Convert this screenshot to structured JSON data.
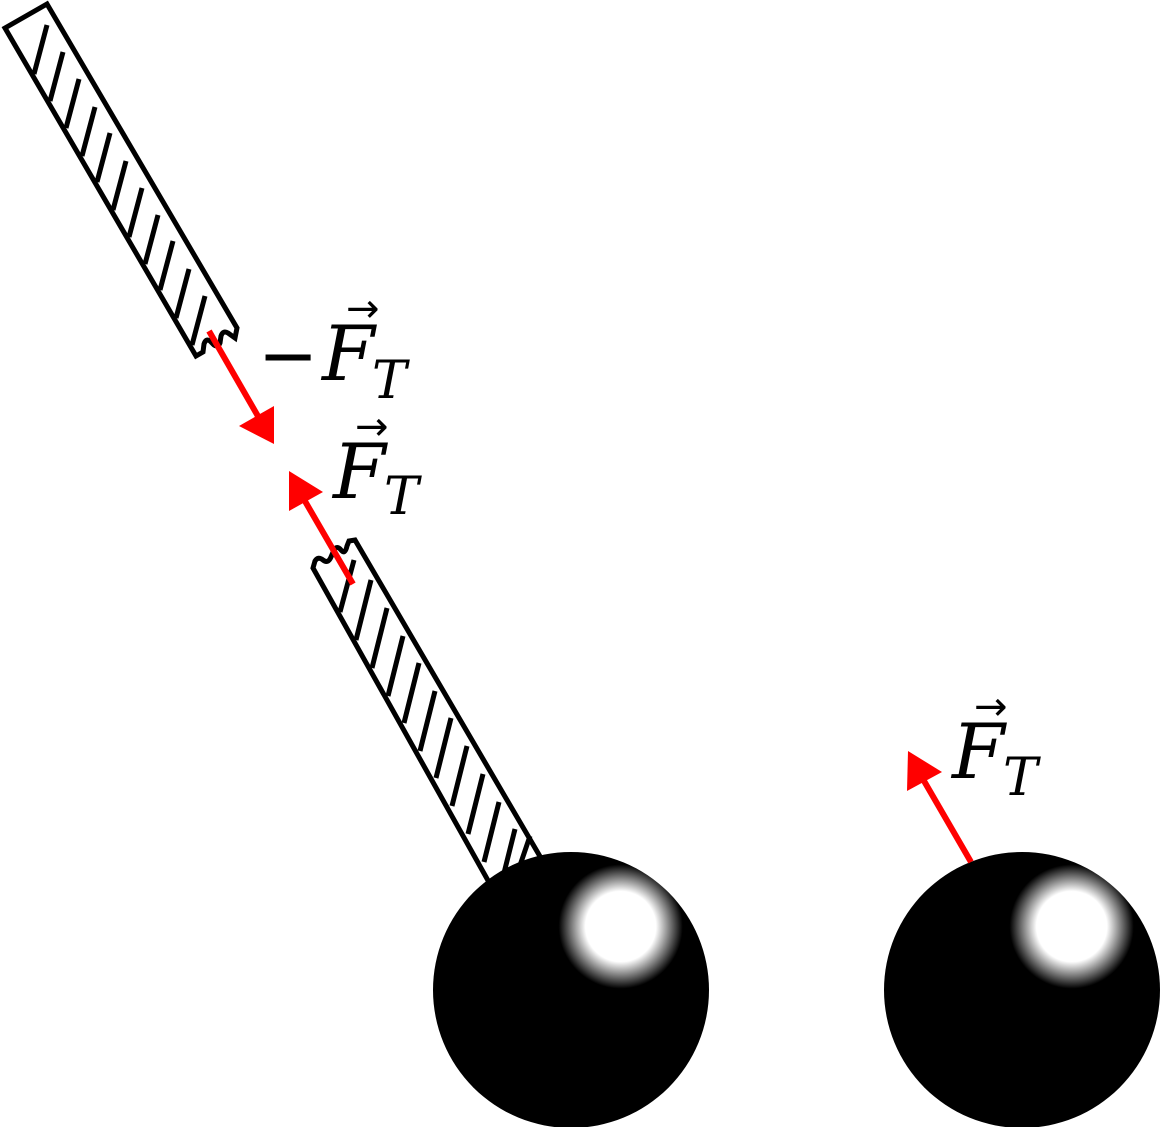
{
  "colors": {
    "force": "#ff0000",
    "ink": "#000000",
    "background": "#ffffff",
    "highlight": "#ffffff"
  },
  "labels": {
    "reaction_force": {
      "sign": "−",
      "letter": "F",
      "subscript": "T",
      "vector_arrow": "→"
    },
    "rod_tension_force": {
      "letter": "F",
      "subscript": "T",
      "vector_arrow": "→"
    },
    "ball_tension_force": {
      "letter": "F",
      "subscript": "T",
      "vector_arrow": "→"
    }
  }
}
